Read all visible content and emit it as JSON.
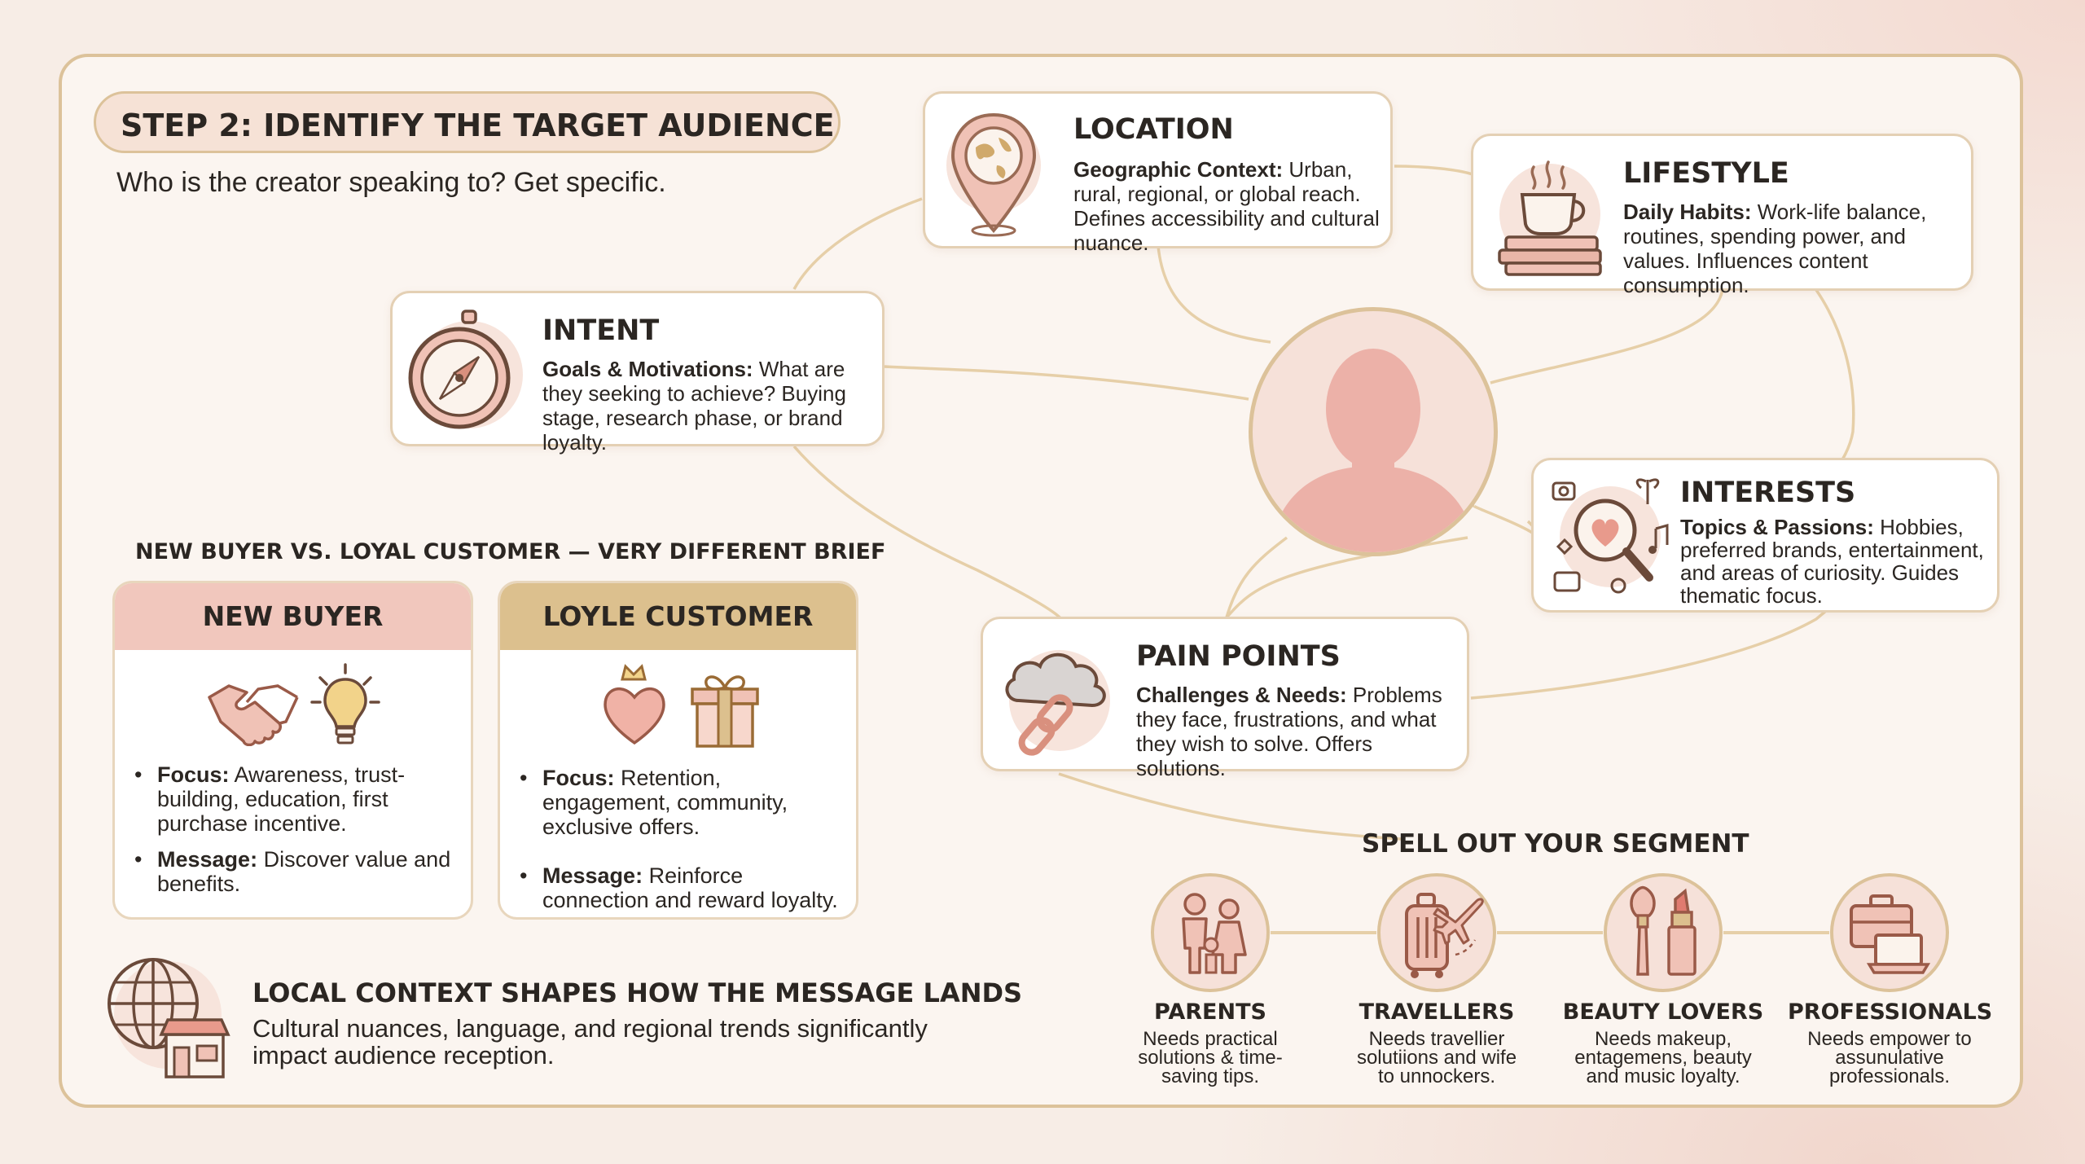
{
  "step": {
    "title": "STEP 2: IDENTIFY THE TARGET AUDIENCE",
    "subtitle": "Who is the creator speaking to? Get specific."
  },
  "hub_icon": "person-silhouette-icon",
  "attributes": [
    {
      "id": "location",
      "title": "LOCATION",
      "lead": "Geographic Context",
      "text": "Urban, rural, regional, or global reach. Defines accessibility and cultural nuance.",
      "icon": "map-pin-globe-icon"
    },
    {
      "id": "lifestyle",
      "title": "LIFESTYLE",
      "lead": "Daily Habits",
      "text": "Work-life balance, routines, spending power, and values. Influences content consumption.",
      "icon": "coffee-books-icon"
    },
    {
      "id": "intent",
      "title": "INTENT",
      "lead": "Goals & Motivations",
      "text": "What are they seeking to achieve? Buying stage, research phase, or brand loyalty.",
      "icon": "compass-icon"
    },
    {
      "id": "interests",
      "title": "INTERESTS",
      "lead": "Topics & Passions",
      "text": "Hobbies, preferred brands, entertainment, and areas of curiosity. Guides thematic focus.",
      "icon": "magnifier-heart-icon"
    },
    {
      "id": "pain_points",
      "title": "PAIN POINTS",
      "lead": "Challenges & Needs",
      "text": "Problems they face, frustrations, and what they wish to solve. Offers solutions.",
      "icon": "cloud-broken-chain-icon"
    }
  ],
  "comparison": {
    "heading": "NEW BUYER VS. LOYAL CUSTOMER — VERY DIFFERENT BRIEF",
    "cards": [
      {
        "title": "NEW BUYER",
        "color": "#f1c7bd",
        "icons": [
          "handshake-icon",
          "lightbulb-icon"
        ],
        "focus_label": "Focus",
        "focus": "Awareness, trust-building, education, first purchase incentive.",
        "message_label": "Message",
        "message": "Discover value and benefits."
      },
      {
        "title": "LOYLE CUSTOMER",
        "color": "#dcc08e",
        "icons": [
          "crown-heart-icon",
          "gift-icon"
        ],
        "focus_label": "Focus",
        "focus": "Retention, engagement, community, exclusive offers.",
        "message_label": "Message",
        "message": "Reinforce connection and reward loyalty."
      }
    ]
  },
  "local": {
    "title": "LOCAL CONTEXT SHAPES HOW THE MESSAGE LANDS",
    "text": "Cultural nuances, language, and regional trends significantly impact audience reception.",
    "icon": "globe-storefront-icon"
  },
  "segments": {
    "heading": "SPELL OUT YOUR SEGMENT",
    "items": [
      {
        "name": "PARENTS",
        "desc": "Needs practical solutions & time-saving tips.",
        "icon": "parent-child-icon"
      },
      {
        "name": "TRAVELLERS",
        "desc": "Needs travellier solutiions and wife to unnockers.",
        "icon": "luggage-plane-icon"
      },
      {
        "name": "BEAUTY LOVERS",
        "desc": "Needs makeup, entagemens, beauty and music loyalty.",
        "icon": "brush-lipstick-icon"
      },
      {
        "name": "PROFESSIONALS",
        "desc": "Needs empower to assunulative professionals.",
        "icon": "briefcase-laptop-icon"
      }
    ]
  },
  "colors": {
    "gold": "#dcc29a",
    "blush": "#f1c7bd",
    "ink": "#2b2622",
    "accent": "#d9907e"
  }
}
